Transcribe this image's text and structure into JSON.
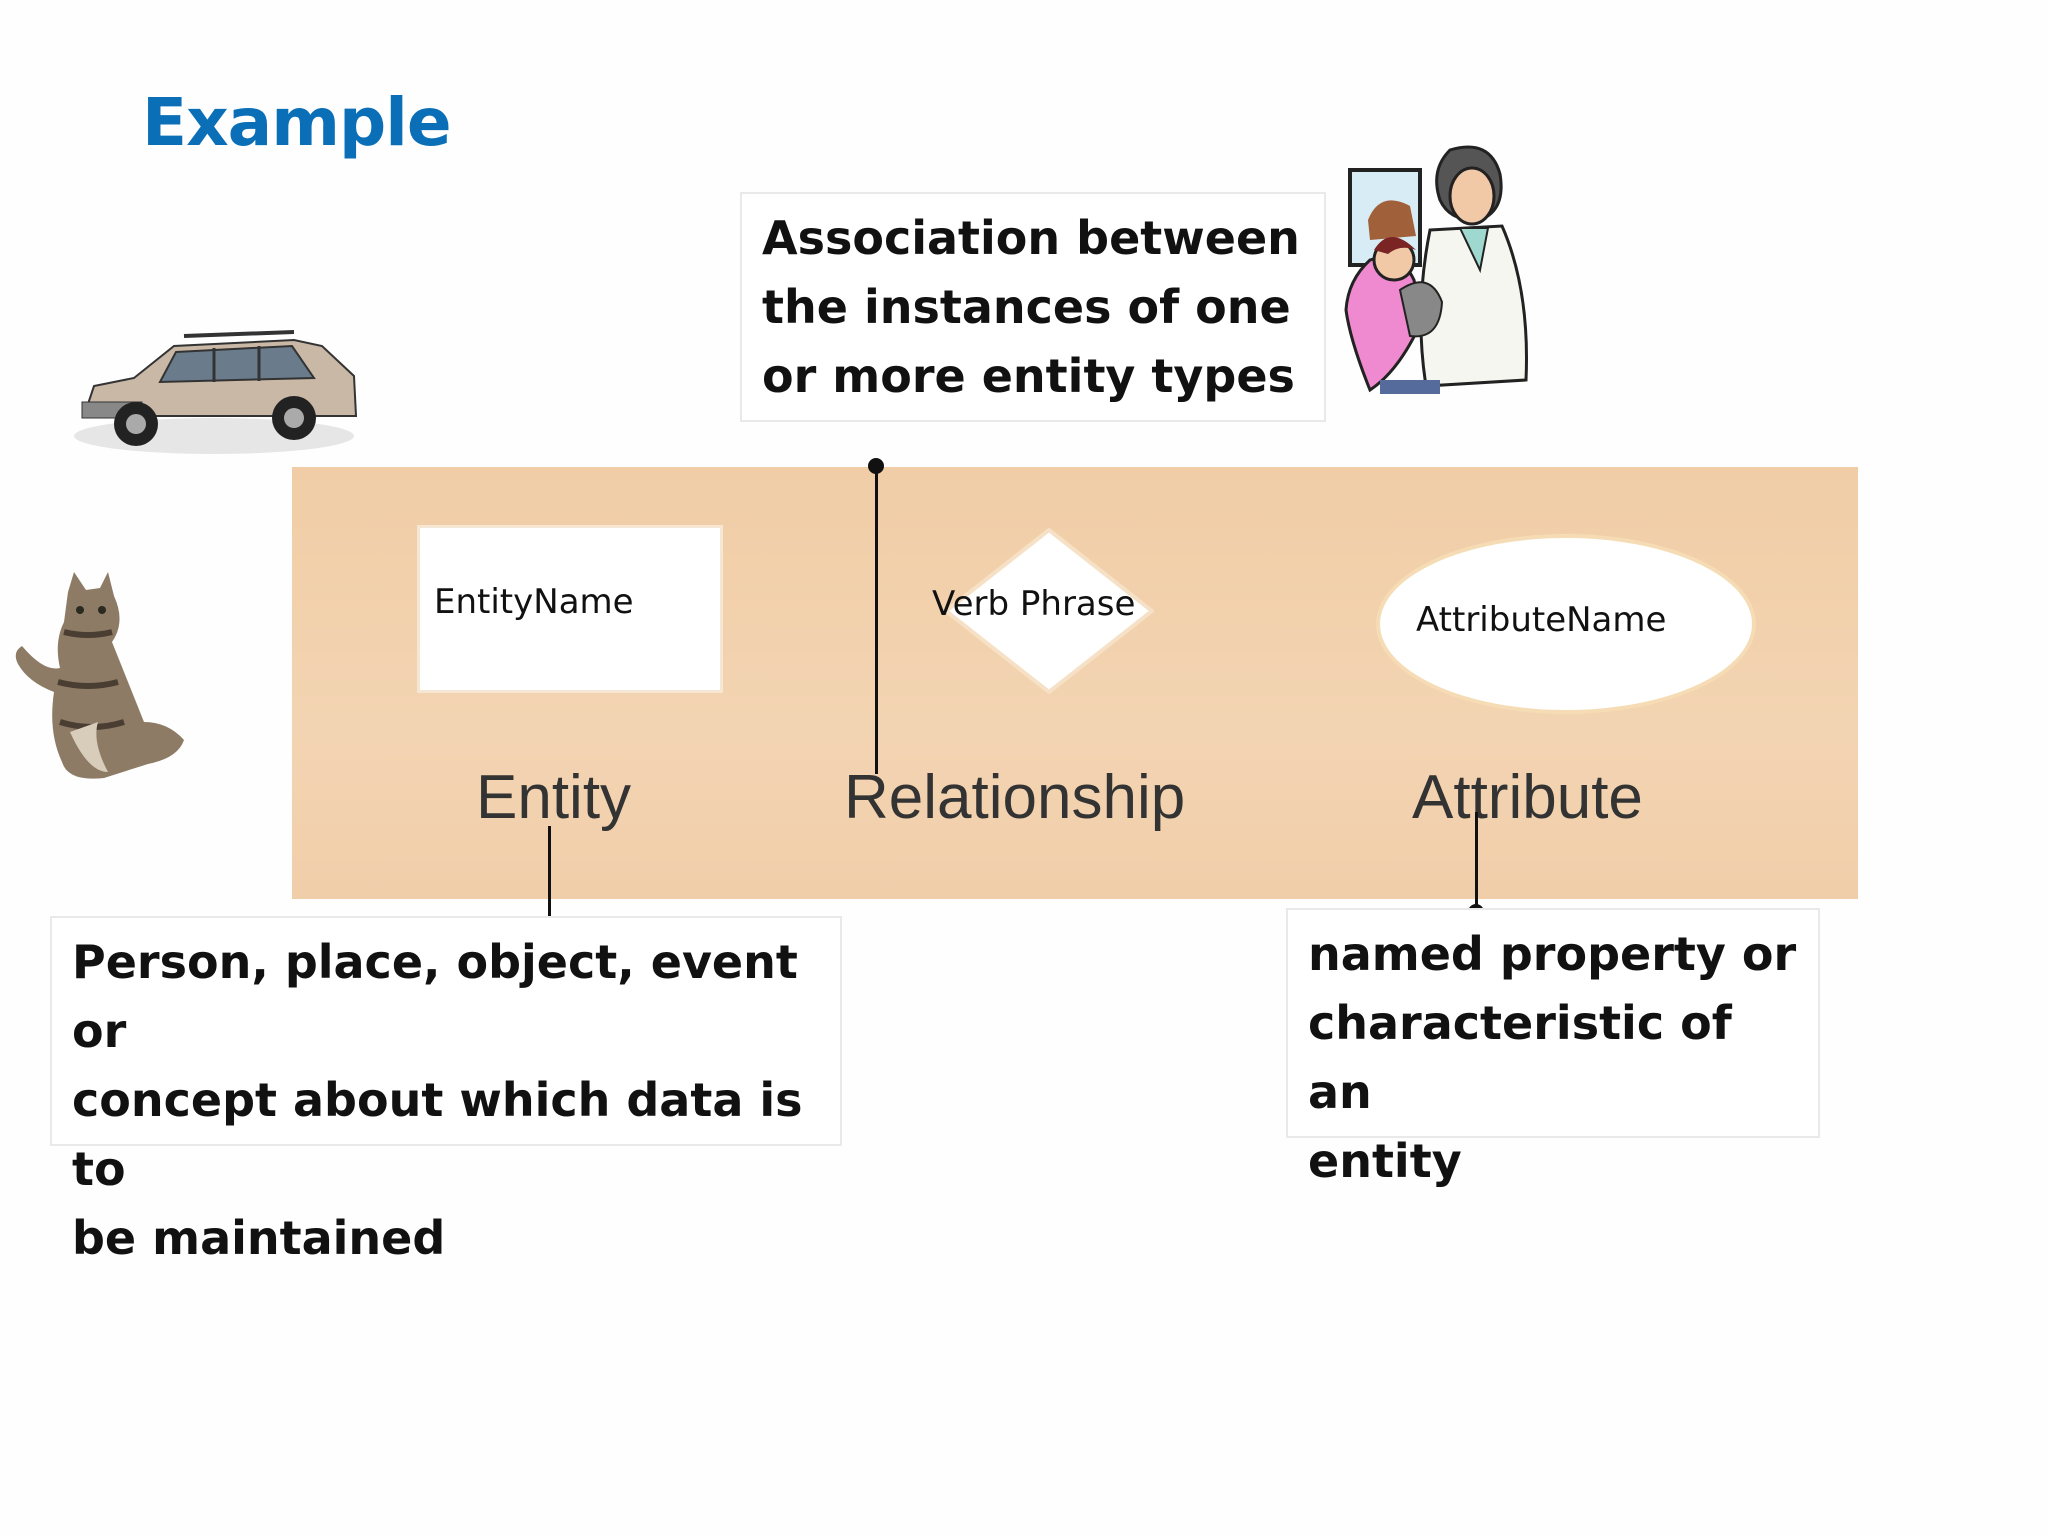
{
  "title": "Example",
  "callouts": {
    "relationship_def": [
      "Association between",
      "the instances of one",
      "or more entity types"
    ],
    "entity_def": [
      "Person, place, object, event or",
      "concept about which data is to",
      "be maintained"
    ],
    "attribute_def": [
      "named property or",
      "characteristic of an",
      "entity"
    ]
  },
  "shapes": {
    "entity_name": "EntityName",
    "verb_phrase": "Verb Phrase",
    "attribute_name": "AttributeName"
  },
  "labels": {
    "entity": "Entity",
    "relationship": "Relationship",
    "attribute": "Attribute"
  },
  "colors": {
    "title": "#0b6fb8",
    "band": "#f1cfa9"
  },
  "icons": [
    "car-clipart-icon",
    "cat-photo-icon",
    "veterinarian-clipart-icon"
  ]
}
